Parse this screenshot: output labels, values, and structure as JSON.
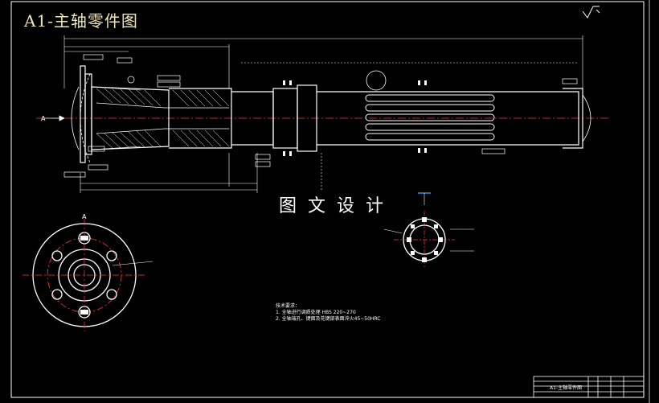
{
  "drawing": {
    "title": "A1-主轴零件图",
    "watermark": "图文设计",
    "view_label": "A",
    "section_label": "A",
    "technical_requirements": {
      "heading": "技术要求：",
      "items": [
        "1. 全轴进行调质处理   HBS 220~270",
        "2. 全轴端孔、键面及花键部表面淬火45~50HRC"
      ]
    },
    "title_block": {
      "part_name": "A1-主轴零件图"
    }
  }
}
